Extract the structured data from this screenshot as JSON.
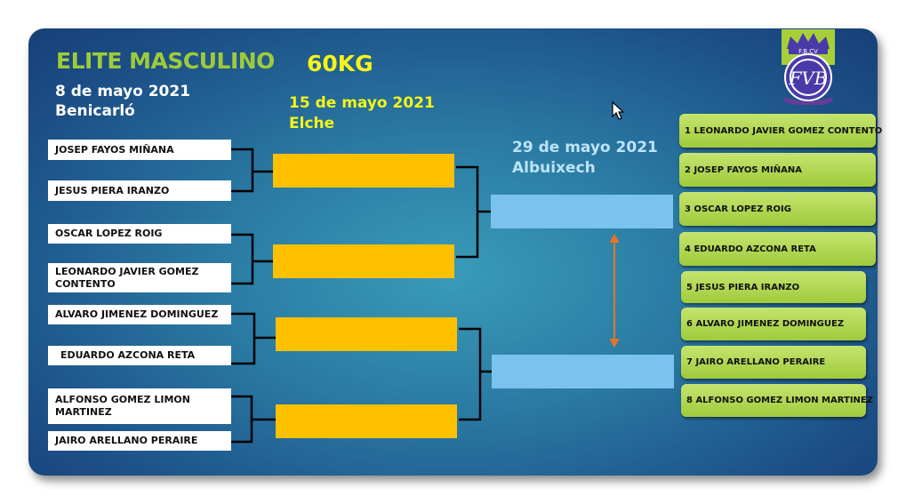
{
  "header": {
    "title": "ELITE MASCULINO",
    "weight": "60KG"
  },
  "rounds": [
    {
      "date": "8 de mayo 2021",
      "place": "Benicarló"
    },
    {
      "date": "15 de mayo 2021",
      "place": "Elche"
    },
    {
      "date": "29 de mayo 2021",
      "place": "Albuixech"
    }
  ],
  "first_round": [
    "JOSEP FAYOS MIÑANA",
    "JESUS PIERA IRANZO",
    "OSCAR LOPEZ ROIG",
    "LEONARDO JAVIER GOMEZ CONTENTO",
    "ALVARO JIMENEZ DOMINGUEZ",
    "EDUARDO AZCONA RETA",
    "ALFONSO GOMEZ LIMON MARTINEZ",
    "JAIRO ARELLANO PERAIRE"
  ],
  "ranking": [
    "1 LEONARDO JAVIER GOMEZ CONTENTO",
    "2  JOSEP FAYOS MIÑANA",
    "3  OSCAR LOPEZ ROIG",
    "4  EDUARDO AZCONA RETA",
    "5  JESUS PIERA IRANZO",
    "6  ALVARO JIMENEZ DOMINGUEZ",
    "7 JAIRO ARELLANO PERAIRE",
    "8 ALFONSO GOMEZ LIMON MARTINEZ"
  ],
  "logo": {
    "text": "F.B.CV",
    "monogram": "FVB"
  },
  "colors": {
    "semifinal": "#ffc000",
    "final": "#7ac3ee",
    "ranking": "#a8d24a",
    "arrow": "#e8742a"
  }
}
